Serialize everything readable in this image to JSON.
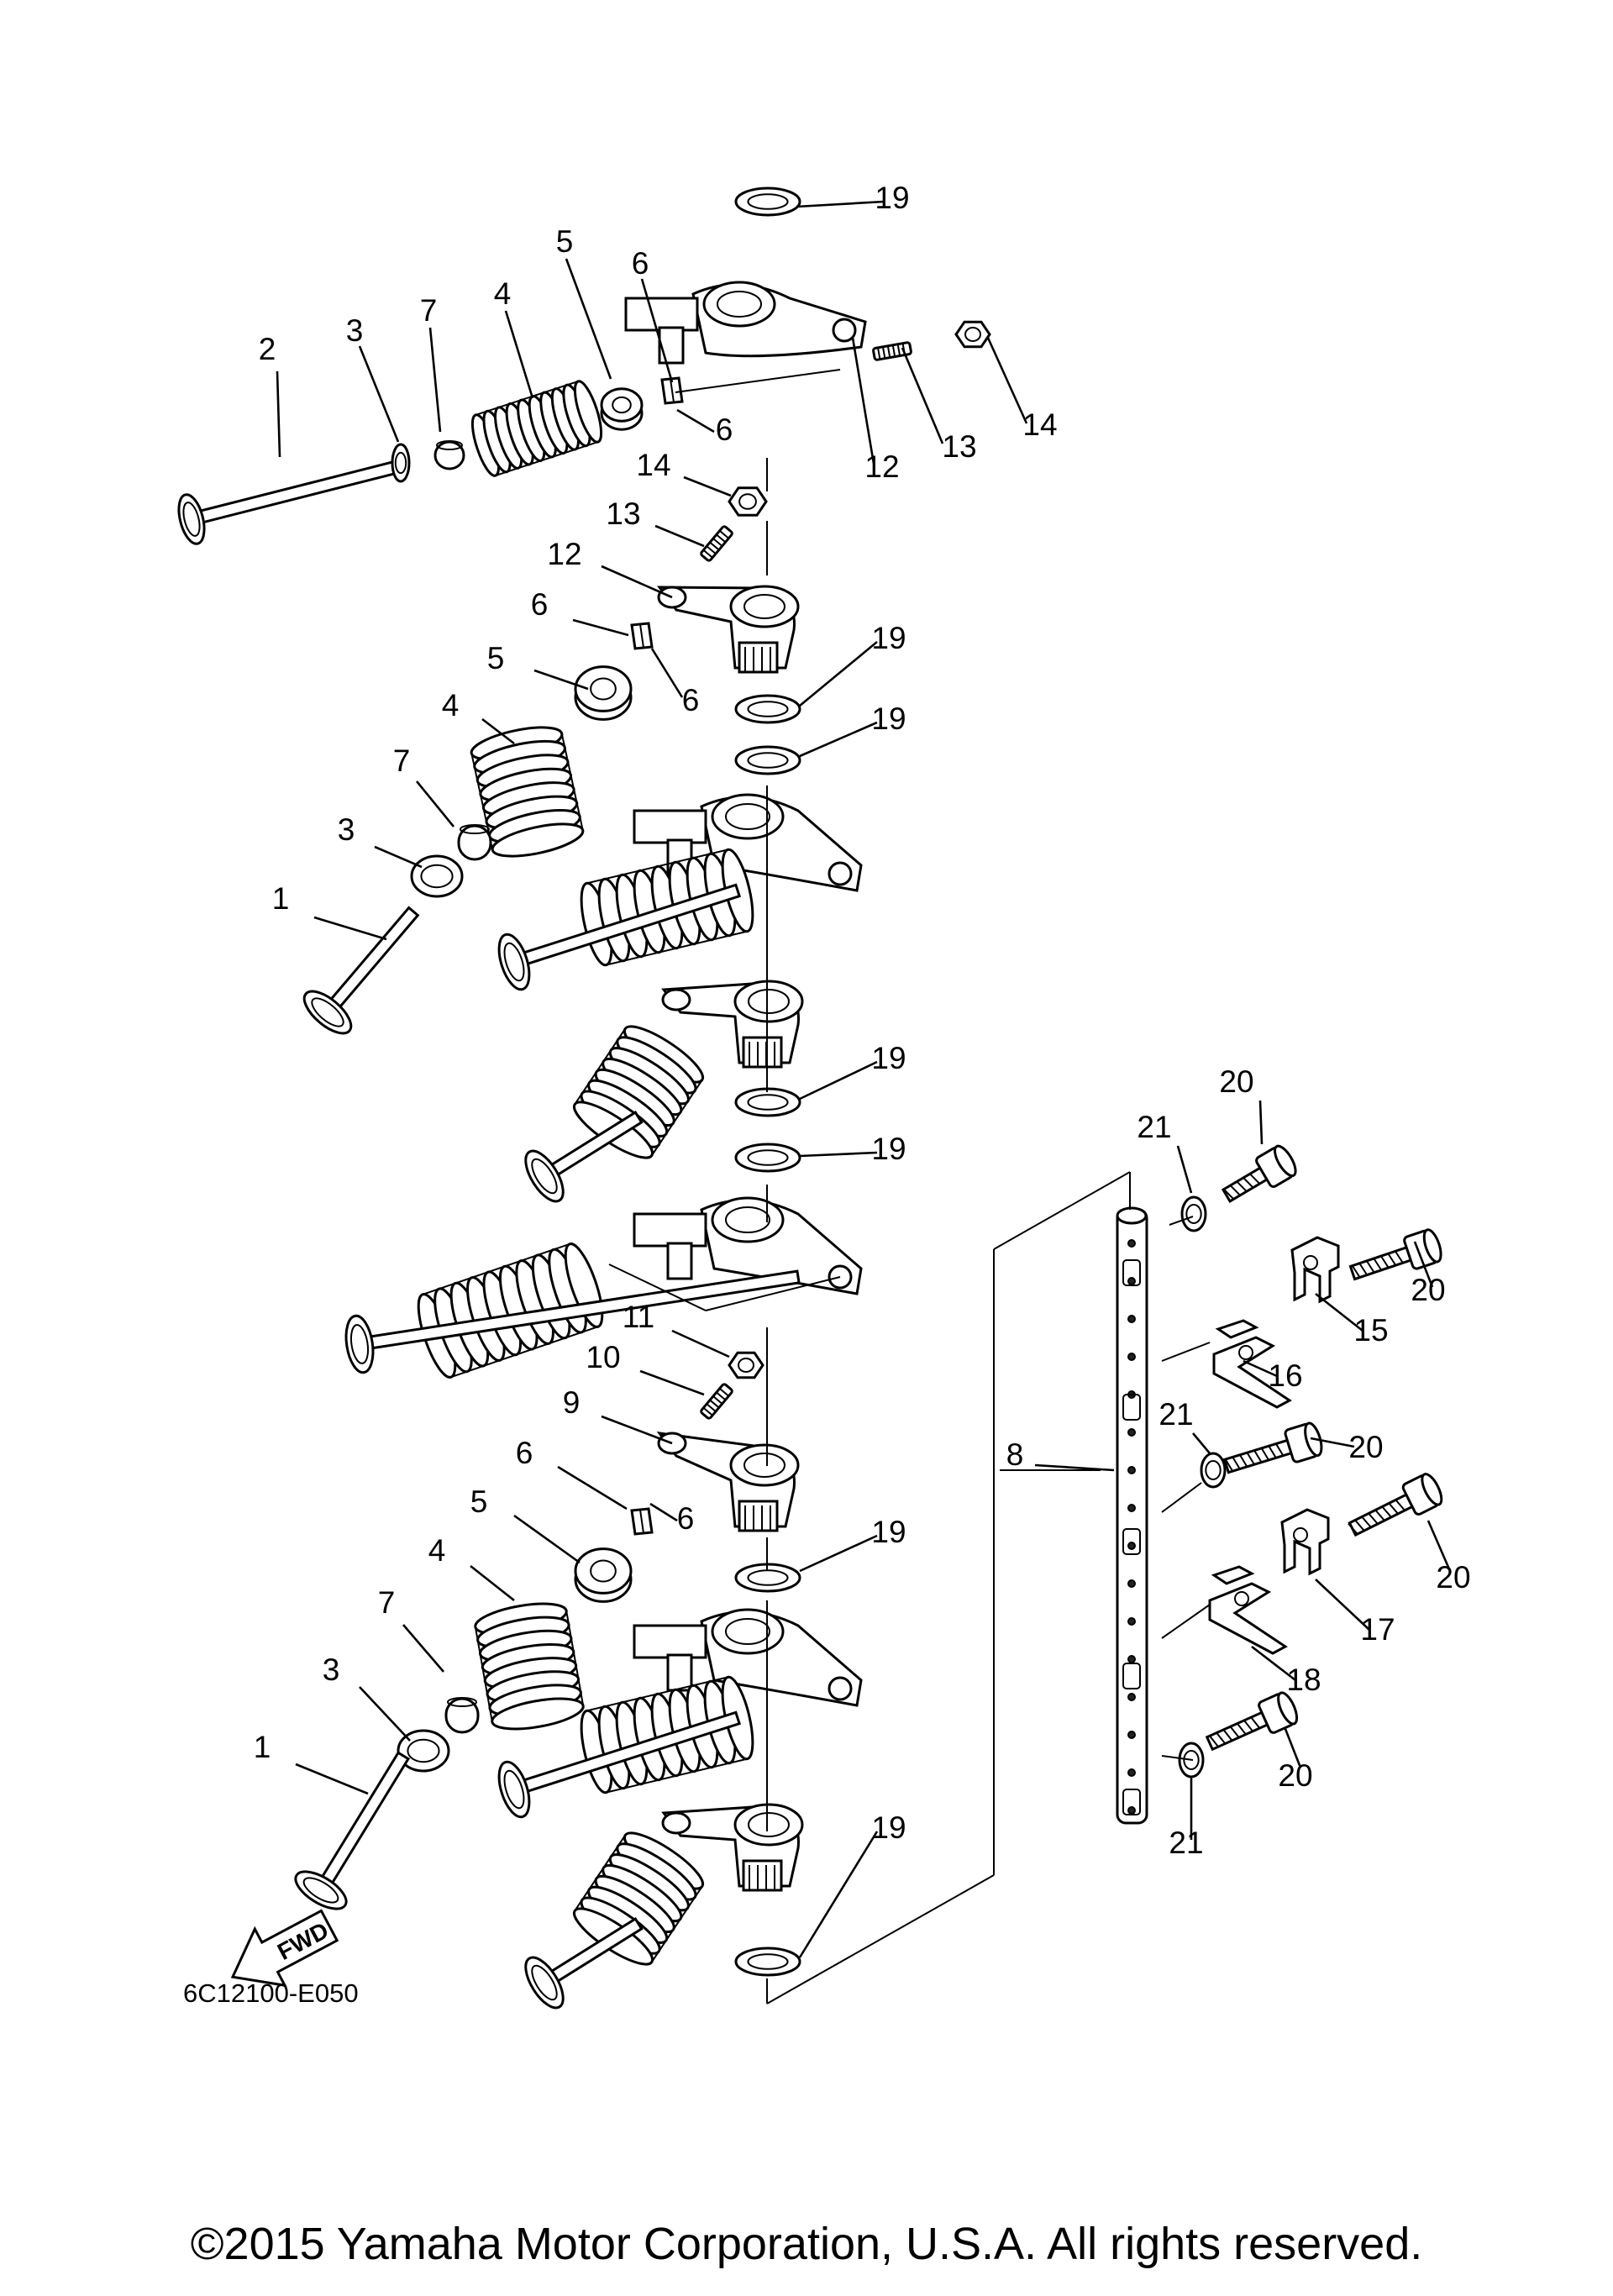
{
  "diagram": {
    "drawing_code": "6C12100-E050",
    "direction_label": "FWD",
    "copyright": "©2015 Yamaha Motor Corporation, U.S.A. All rights reserved.",
    "callouts": [
      {
        "id": "c2",
        "text": "2"
      },
      {
        "id": "c3a",
        "text": "3"
      },
      {
        "id": "c7a",
        "text": "7"
      },
      {
        "id": "c4a",
        "text": "4"
      },
      {
        "id": "c5a",
        "text": "5"
      },
      {
        "id": "c6a",
        "text": "6"
      },
      {
        "id": "c6b",
        "text": "6"
      },
      {
        "id": "c19a",
        "text": "19"
      },
      {
        "id": "c12a",
        "text": "12"
      },
      {
        "id": "c13a",
        "text": "13"
      },
      {
        "id": "c14a",
        "text": "14"
      },
      {
        "id": "c14b",
        "text": "14"
      },
      {
        "id": "c13b",
        "text": "13"
      },
      {
        "id": "c12b",
        "text": "12"
      },
      {
        "id": "c6c",
        "text": "6"
      },
      {
        "id": "c6d",
        "text": "6"
      },
      {
        "id": "c5b",
        "text": "5"
      },
      {
        "id": "c4b",
        "text": "4"
      },
      {
        "id": "c7b",
        "text": "7"
      },
      {
        "id": "c3b",
        "text": "3"
      },
      {
        "id": "c1a",
        "text": "1"
      },
      {
        "id": "c19b",
        "text": "19"
      },
      {
        "id": "c19c",
        "text": "19"
      },
      {
        "id": "c19d",
        "text": "19"
      },
      {
        "id": "c19e",
        "text": "19"
      },
      {
        "id": "c11",
        "text": "11"
      },
      {
        "id": "c10",
        "text": "10"
      },
      {
        "id": "c9",
        "text": "9"
      },
      {
        "id": "c6e",
        "text": "6"
      },
      {
        "id": "c6f",
        "text": "6"
      },
      {
        "id": "c5c",
        "text": "5"
      },
      {
        "id": "c4c",
        "text": "4"
      },
      {
        "id": "c7c",
        "text": "7"
      },
      {
        "id": "c3c",
        "text": "3"
      },
      {
        "id": "c1b",
        "text": "1"
      },
      {
        "id": "c19f",
        "text": "19"
      },
      {
        "id": "c19g",
        "text": "19"
      },
      {
        "id": "c20a",
        "text": "20"
      },
      {
        "id": "c21a",
        "text": "21"
      },
      {
        "id": "c20b",
        "text": "20"
      },
      {
        "id": "c15",
        "text": "15"
      },
      {
        "id": "c16",
        "text": "16"
      },
      {
        "id": "c21b",
        "text": "21"
      },
      {
        "id": "c20c",
        "text": "20"
      },
      {
        "id": "c8",
        "text": "8"
      },
      {
        "id": "c20d",
        "text": "20"
      },
      {
        "id": "c17",
        "text": "17"
      },
      {
        "id": "c18",
        "text": "18"
      },
      {
        "id": "c20e",
        "text": "20"
      },
      {
        "id": "c21c",
        "text": "21"
      }
    ]
  }
}
